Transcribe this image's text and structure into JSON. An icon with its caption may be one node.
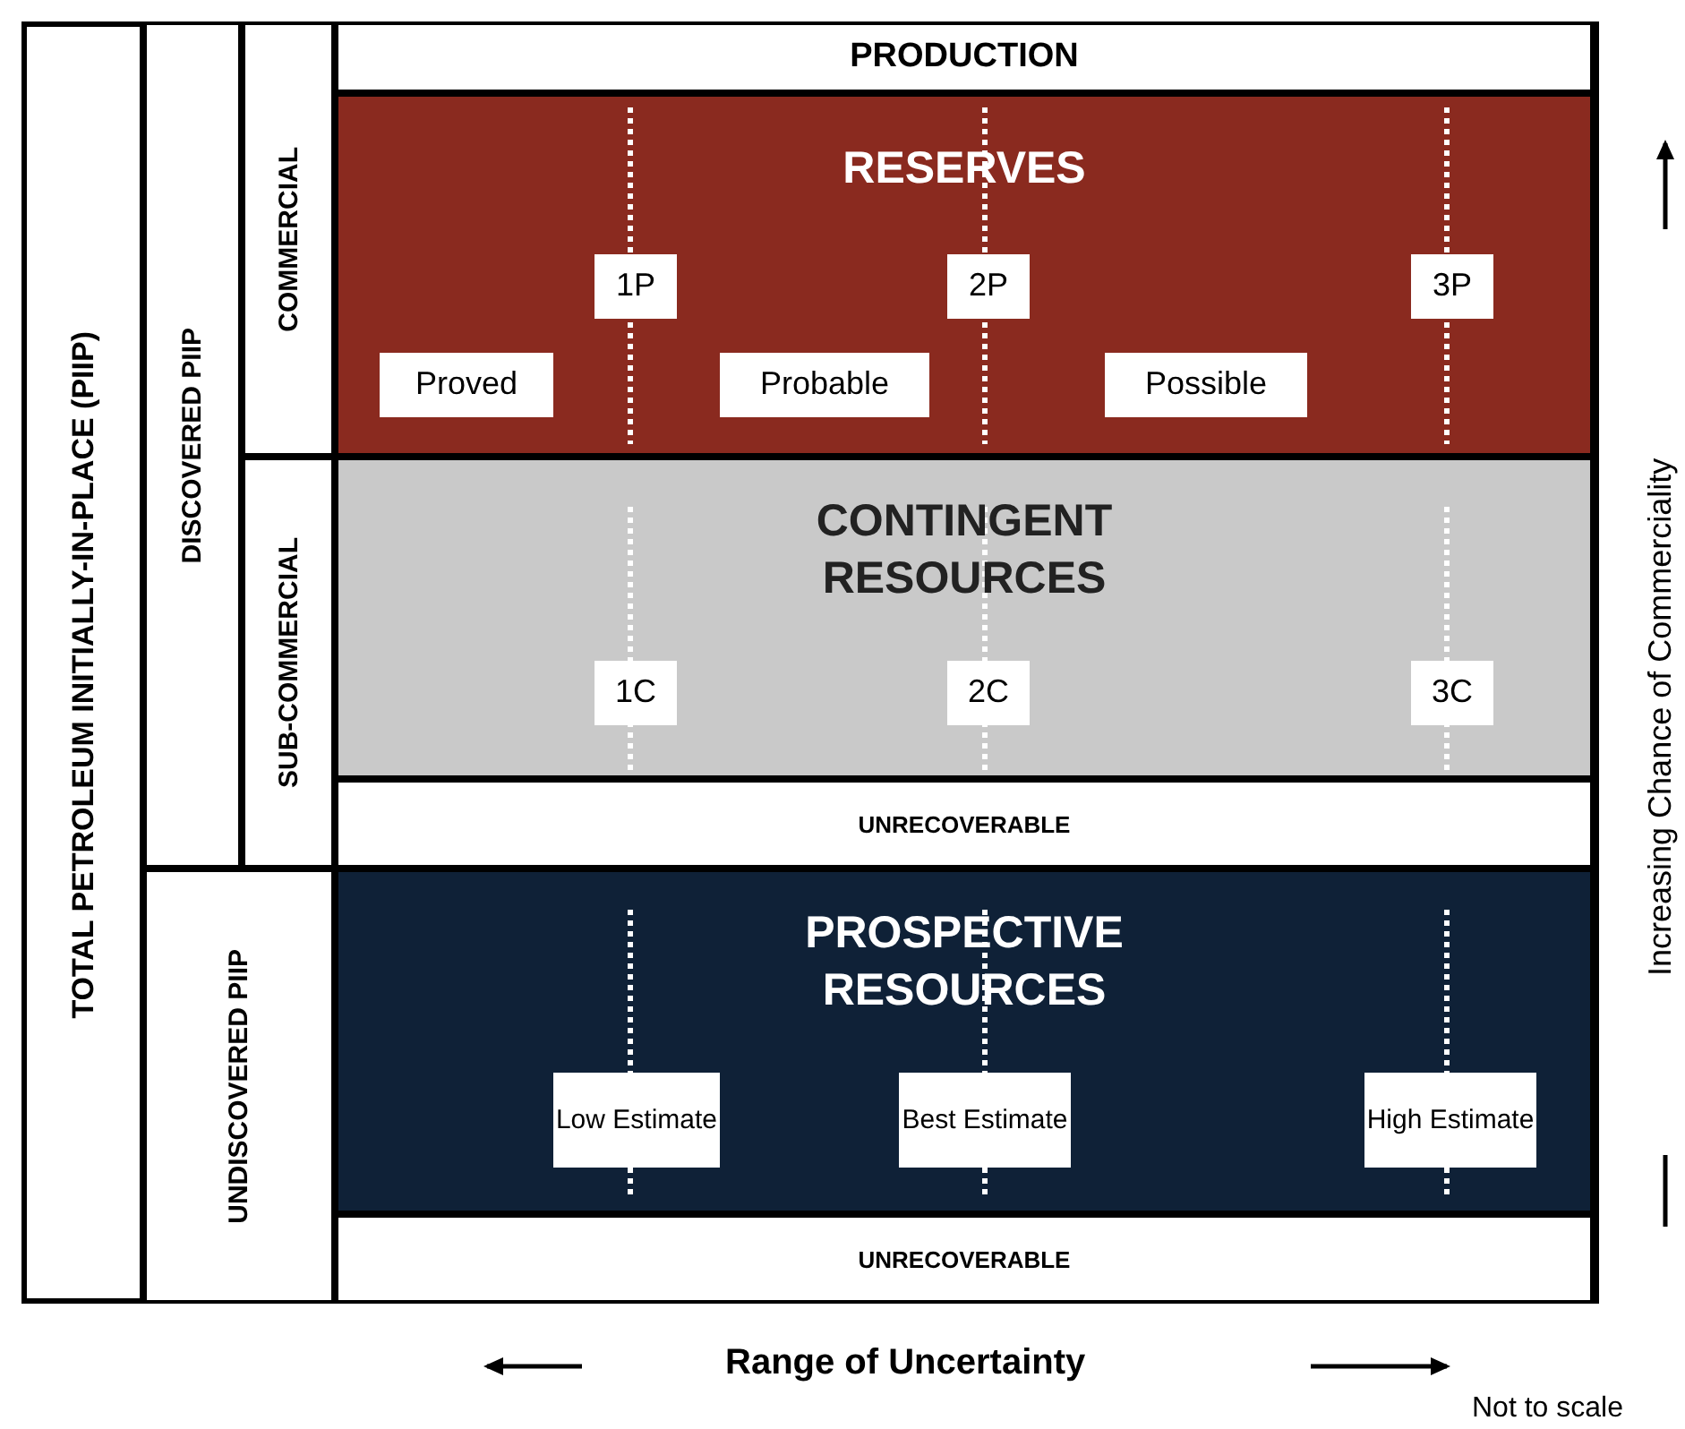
{
  "diagram": {
    "nodes": [
      {
        "text": [
          "TOTAL PETROLEUM INITIALLY-IN-PLACE (PIIP)"
        ]
      },
      {
        "text": [
          "DISCOVERED PIIP"
        ],
        "in": 0
      },
      {
        "text": [
          "COMMERCIAL"
        ],
        "in": 0
      },
      {
        "text": [
          "PRODUCTION"
        ],
        "in": 0
      },
      {
        "text": [
          "RESERVES"
        ],
        "in": 0
      },
      {
        "text": [
          "1P"
        ],
        "in": 4
      },
      {
        "text": [
          "2P"
        ],
        "in": 4
      },
      {
        "text": [
          "3P"
        ],
        "in": 4
      },
      {
        "text": [
          "Proved"
        ],
        "in": 4
      },
      {
        "text": [
          "Probable"
        ],
        "in": 4
      },
      {
        "text": [
          "Possible"
        ],
        "in": 4
      },
      {
        "text": [
          "SUB-COMMERCIAL"
        ],
        "in": 0
      },
      {
        "text": [
          "CONTINGENT RESOURCES"
        ],
        "in": 0
      },
      {
        "text": [
          "1C"
        ],
        "in": 12
      },
      {
        "text": [
          "2C"
        ],
        "in": 12
      },
      {
        "text": [
          "3C"
        ],
        "in": 12
      },
      {
        "text": [
          "UNRECOVERABLE"
        ],
        "in": 0
      },
      {
        "text": [
          "UNDISCOVERED PIIP"
        ],
        "in": 0
      },
      {
        "text": [
          "PROSPECTIVE RESOURCES"
        ],
        "in": 0
      },
      {
        "text": [
          "Low Estimate"
        ],
        "in": 18
      },
      {
        "text": [
          "Best Estimate"
        ],
        "in": 18
      },
      {
        "text": [
          "High Estimate"
        ],
        "in": 18
      },
      {
        "text": [
          "UNRECOVERABLE"
        ],
        "in": 0
      }
    ],
    "labels": [
      "Range of Uncertainty",
      "Increasing Chance of Commerciality",
      "Not to scale"
    ]
  }
}
